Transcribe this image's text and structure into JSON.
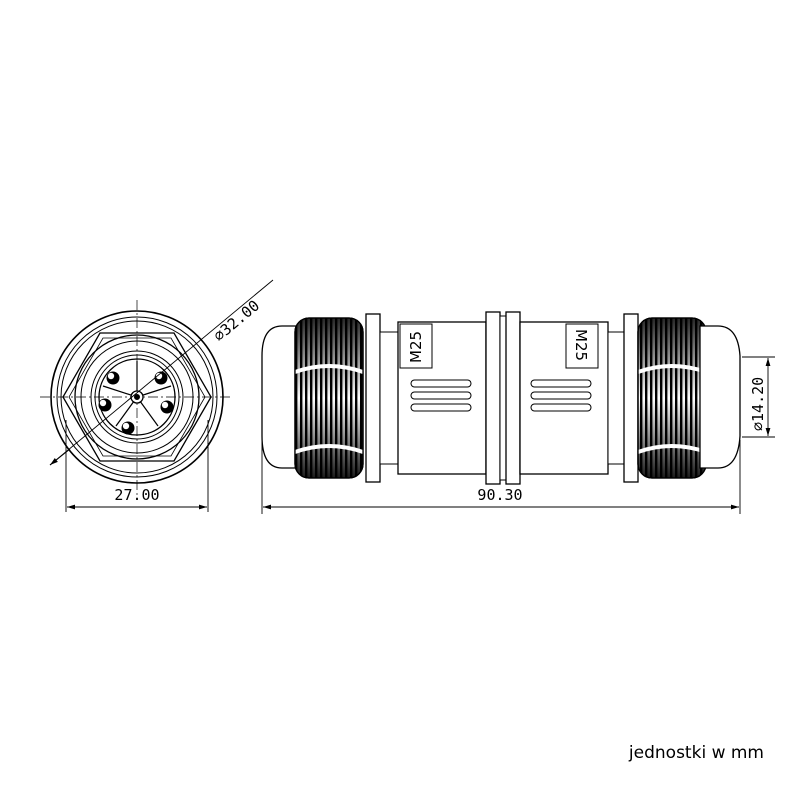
{
  "front_view": {
    "dim_diameter": "⌀32.00",
    "dim_width": "27.00"
  },
  "side_view": {
    "dim_length": "90.30",
    "dim_cable": "⌀14.20",
    "thread_left": "M25",
    "thread_right": "M25"
  },
  "units_note": "jednostki w mm"
}
